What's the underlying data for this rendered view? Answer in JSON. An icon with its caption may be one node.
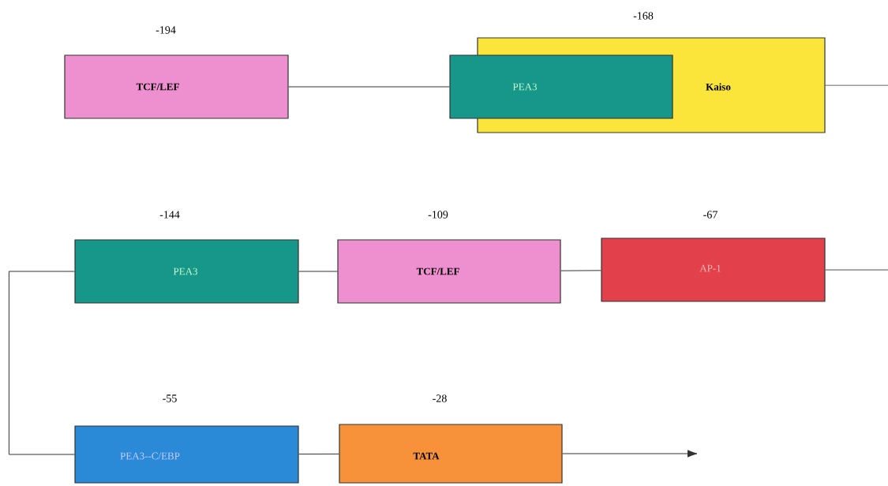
{
  "diagram": {
    "nodes": [
      {
        "text": [
          "TCF/LEF"
        ],
        "beside": [
          "-194"
        ]
      },
      {
        "text": [
          "Kaiso"
        ],
        "beside": [
          "-168"
        ]
      },
      {
        "text": [
          "PEA3"
        ]
      },
      {
        "text": [
          "PEA3"
        ],
        "beside": [
          "-144"
        ]
      },
      {
        "text": [
          "TCF/LEF"
        ],
        "beside": [
          "-109"
        ]
      },
      {
        "text": [
          "AP-1"
        ],
        "beside": [
          "-67"
        ]
      },
      {
        "text": [
          "PEA3--C/EBP"
        ],
        "beside": [
          "-55"
        ]
      },
      {
        "text": [
          "TATA"
        ],
        "beside": [
          "-28"
        ]
      }
    ],
    "edges": [
      {
        "from": 0,
        "to": 2,
        "arrow": "none"
      },
      {
        "from": 1,
        "to": null,
        "arrow": "none"
      },
      {
        "from": 3,
        "to": 4,
        "arrow": "none"
      },
      {
        "from": 4,
        "to": 5,
        "arrow": "none"
      },
      {
        "from": 5,
        "to": null,
        "arrow": "none"
      },
      {
        "from": 3,
        "to": 6,
        "arrow": "none"
      },
      {
        "from": 6,
        "to": 7,
        "arrow": "none"
      },
      {
        "from": 7,
        "to": null,
        "arrow": "to"
      }
    ]
  }
}
